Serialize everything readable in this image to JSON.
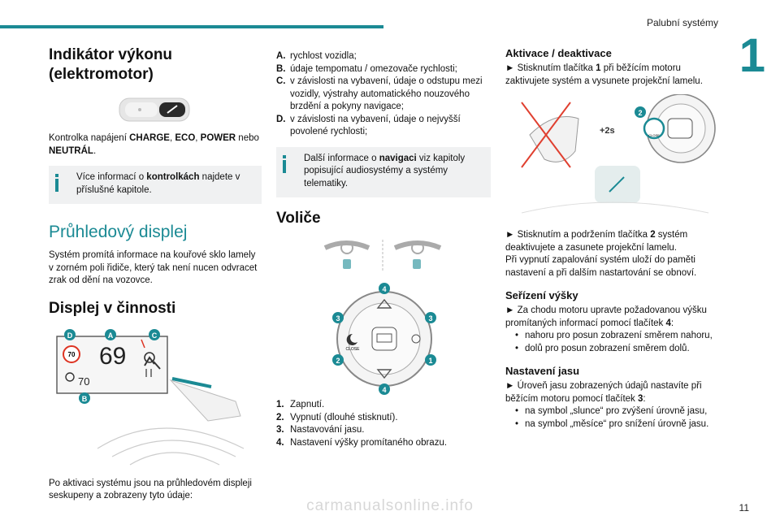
{
  "header": {
    "title": "Palubní systémy",
    "chapter": "1",
    "page": "11"
  },
  "watermark": "carmanualsonline.info",
  "col1": {
    "h1": "Indikátor výkonu (elektromotor)",
    "power_text": {
      "a": "Kontrolka napájení ",
      "b": "CHARGE",
      "c": ", ",
      "d": "ECO",
      "e": ", ",
      "f": "POWER",
      "g": " nebo ",
      "h": "NEUTRÁL",
      "i": "."
    },
    "info1": {
      "a": "Více informací o ",
      "b": "kontrolkách",
      "c": " najdete v příslušné kapitole."
    },
    "h2": "Průhledový displej",
    "p1": "Systém promítá informace na kouřové sklo lamely v zorném poli řidiče, který tak není nucen odvracet zrak od dění na vozovce.",
    "h3": "Displej v činnosti",
    "hud": {
      "speed": "69",
      "limit": "70",
      "cruise": "70",
      "labels": [
        "D",
        "A",
        "C",
        "B"
      ]
    },
    "p2": "Po aktivaci systému jsou na průhledovém displeji seskupeny a zobrazeny tyto údaje:"
  },
  "col2": {
    "items": [
      {
        "k": "A.",
        "t": "rychlost vozidla;"
      },
      {
        "k": "B.",
        "t": "údaje tempomatu / omezovače rychlosti;"
      },
      {
        "k": "C.",
        "t": "v závislosti na vybavení, údaje o odstupu mezi vozidly, výstrahy automatického nouzového brzdění a pokyny navigace;"
      },
      {
        "k": "D.",
        "t": "v závislosti na vybavení, údaje o nejvyšší povolené rychlosti;"
      }
    ],
    "info2": {
      "a": "Další informace o ",
      "b": "navigaci",
      "c": " viz kapitoly popisující audiosystémy a systémy telematiky."
    },
    "h": "Voliče",
    "labels": [
      "4",
      "3",
      "3",
      "2",
      "1",
      "4"
    ],
    "close": "CLOSE",
    "numbered": [
      {
        "k": "1.",
        "t": "Zapnutí."
      },
      {
        "k": "2.",
        "t": "Vypnutí (dlouhé stisknutí)."
      },
      {
        "k": "3.",
        "t": "Nastavování jasu."
      },
      {
        "k": "4.",
        "t": "Nastavení výšky promítaného obrazu."
      }
    ]
  },
  "col3": {
    "h_act": "Aktivace / deaktivace",
    "act1": {
      "a": "► Stisknutím tlačítka ",
      "b": "1",
      "c": " při běžícím motoru zaktivujete systém a vysunete projekční lamelu."
    },
    "img": {
      "badge": "2",
      "press": "+2s",
      "close": "CLOSE"
    },
    "act2": {
      "a": "► Stisknutím a podržením tlačítka ",
      "b": "2",
      "c": " systém deaktivujete a zasunete projekční lamelu."
    },
    "act3": "Při vypnutí zapalování systém uloží do paměti nastavení a při dalším nastartování se obnoví.",
    "h_height": "Seřízení výšky",
    "height1": {
      "a": "► Za chodu motoru upravte požadovanou výšku promítaných informací pomocí tlačítek ",
      "b": "4",
      "c": ":"
    },
    "height_list": [
      "nahoru pro posun zobrazení směrem nahoru,",
      "dolů pro posun zobrazení směrem dolů."
    ],
    "h_bright": "Nastavení jasu",
    "bright1": {
      "a": "► Úroveň jasu zobrazených údajů nastavíte při běžícím motoru pomocí tlačítek ",
      "b": "3",
      "c": ":"
    },
    "bright_list": [
      "na symbol „slunce“ pro zvýšení úrovně jasu,",
      "na symbol „měsíce“ pro snížení úrovně jasu."
    ]
  }
}
